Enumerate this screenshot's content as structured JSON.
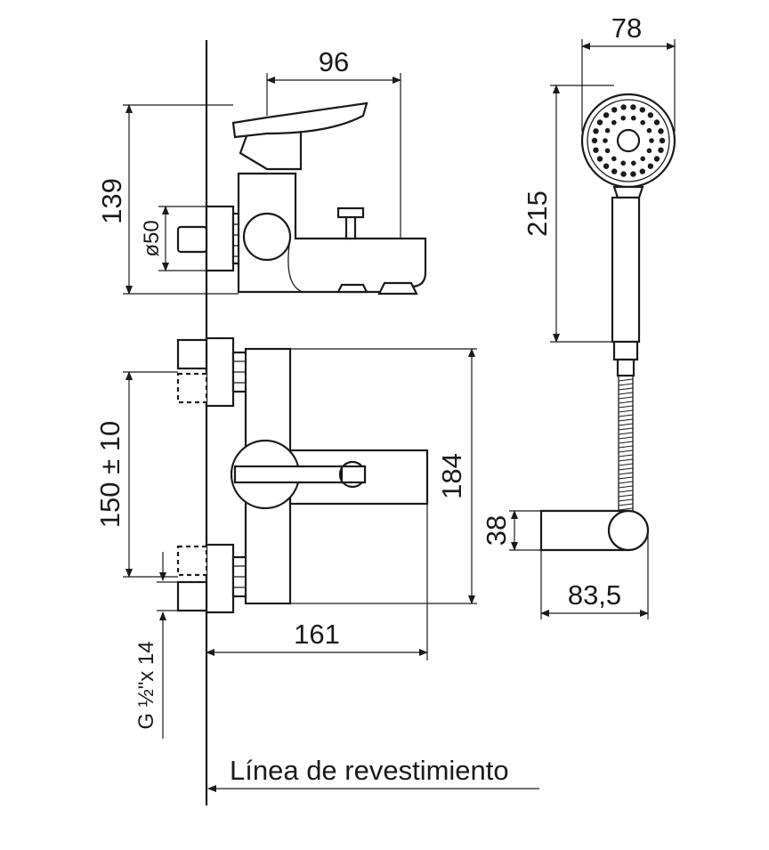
{
  "dimensions": {
    "width_96": "96",
    "height_139": "139",
    "diameter_50": "ø50",
    "center_distance": "150 ± 10",
    "height_184": "184",
    "projection_161": "161",
    "thread": "G ½\"x 14",
    "shower_head_width": "78",
    "shower_length": "215",
    "holder_height": "38",
    "holder_depth": "83,5"
  },
  "wall_label": "Línea de revestimiento"
}
